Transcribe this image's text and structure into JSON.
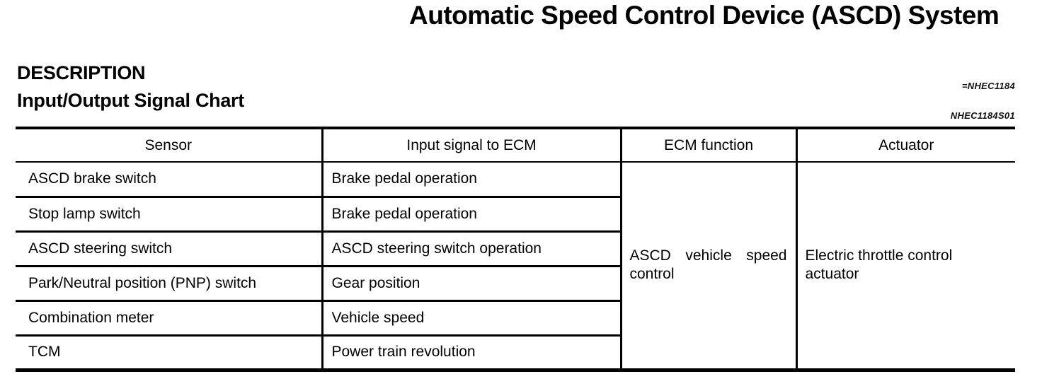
{
  "page": {
    "title": "Automatic Speed Control Device (ASCD) System",
    "section_heading": "DESCRIPTION",
    "subsection_heading": "Input/Output Signal Chart",
    "ref_code_top": "=NHEC1184",
    "ref_code_bottom": "NHEC1184S01"
  },
  "table": {
    "headers": [
      "Sensor",
      "Input signal to ECM",
      "ECM function",
      "Actuator"
    ],
    "rows": [
      {
        "sensor": "ASCD brake switch",
        "input_signal": "Brake pedal operation"
      },
      {
        "sensor": "Stop lamp switch",
        "input_signal": "Brake pedal operation"
      },
      {
        "sensor": "ASCD steering switch",
        "input_signal": "ASCD steering switch operation"
      },
      {
        "sensor": "Park/Neutral position (PNP) switch",
        "input_signal": "Gear position"
      },
      {
        "sensor": "Combination meter",
        "input_signal": "Vehicle speed"
      },
      {
        "sensor": "TCM",
        "input_signal": "Power train revolution"
      }
    ],
    "ecm_function": "ASCD vehicle speed control",
    "actuator": "Electric throttle control actuator"
  }
}
